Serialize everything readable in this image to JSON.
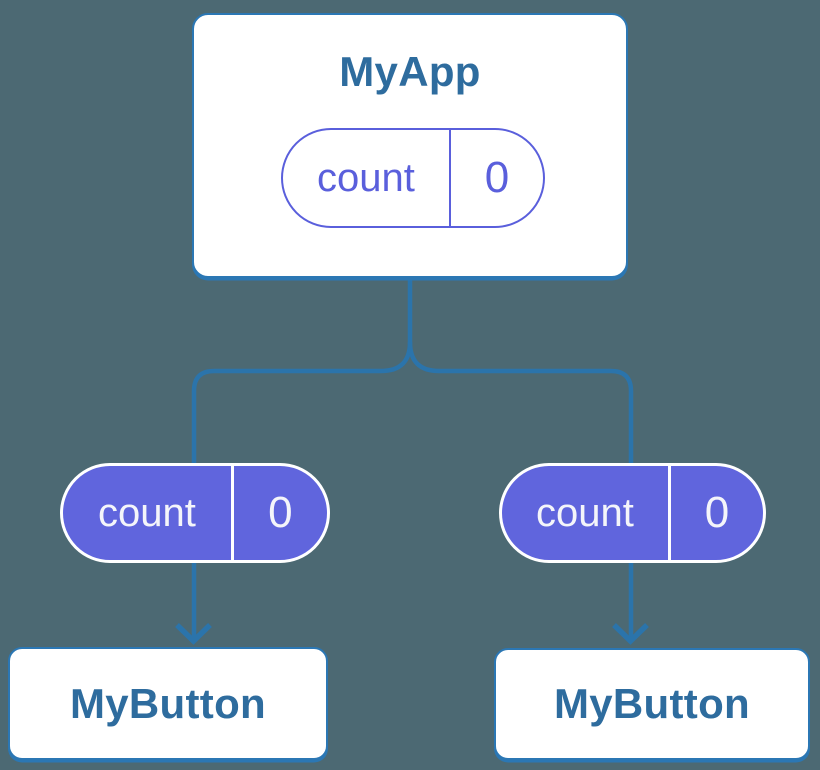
{
  "diagram": {
    "parent": {
      "title": "MyApp",
      "state": {
        "name": "count",
        "value": "0"
      }
    },
    "props": [
      {
        "name": "count",
        "value": "0"
      },
      {
        "name": "count",
        "value": "0"
      }
    ],
    "children": [
      {
        "title": "MyButton"
      },
      {
        "title": "MyButton"
      }
    ]
  },
  "icons": {
    "arrow_down": "v-chevron-arrowhead"
  },
  "colors": {
    "background": "#4C6973",
    "connector_blue": "#2B74AB",
    "card_border_blue": "#2B77B4",
    "card_background": "#FFFFFF",
    "component_text_blue": "#2E6C9E",
    "pill_fill_purple": "#6065DD",
    "pill_outline_purple": "#5A5FDC",
    "pill_text_on_purple": "#F4F5FA"
  }
}
